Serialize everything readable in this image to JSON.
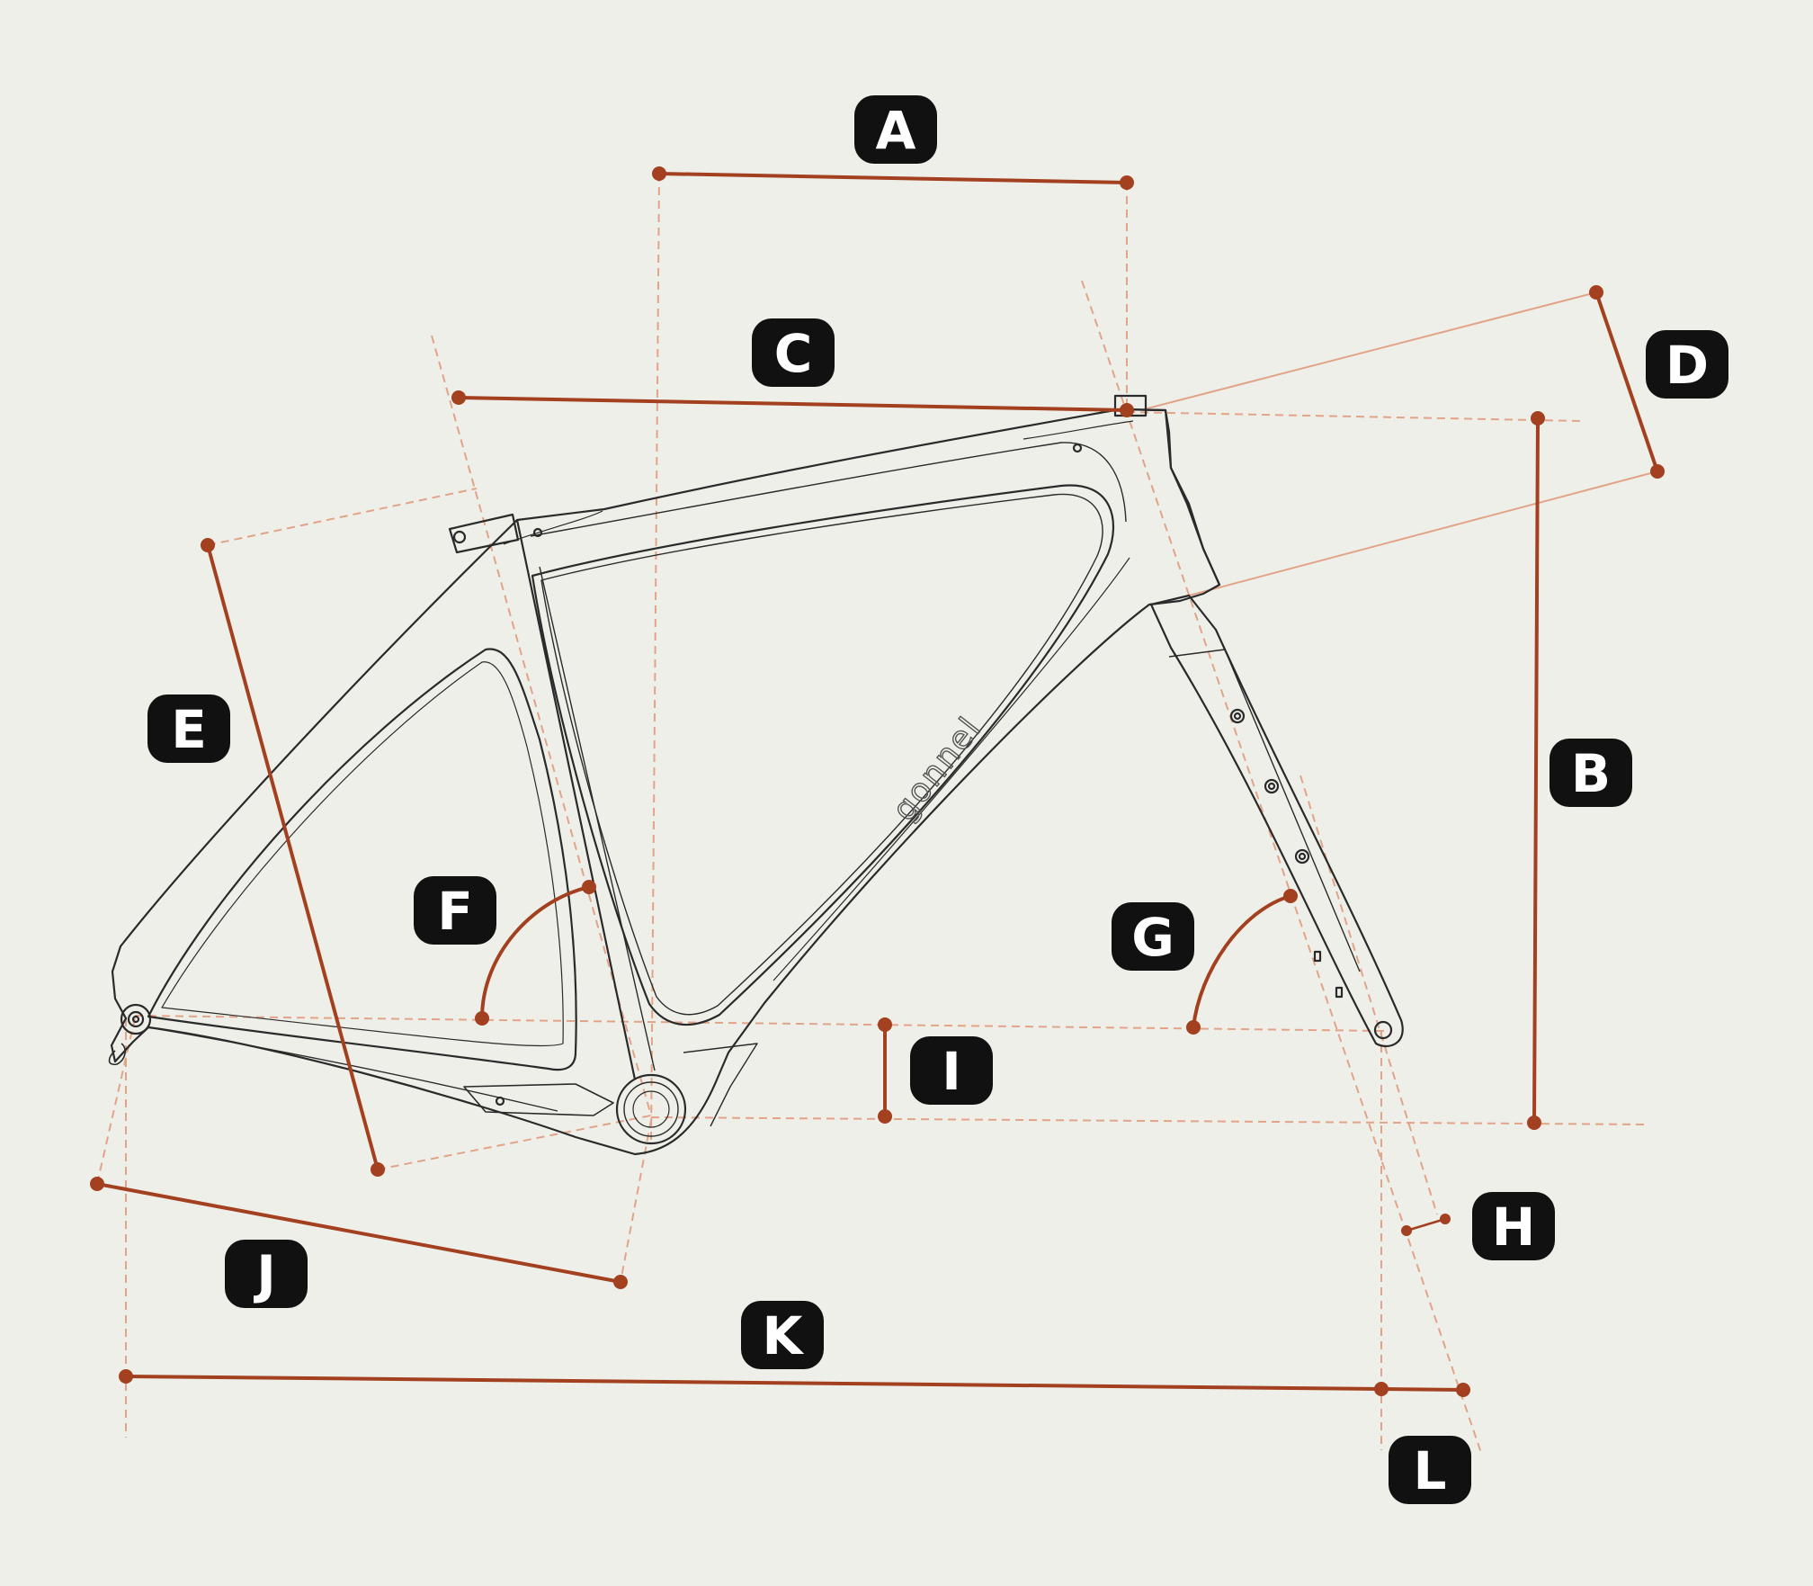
{
  "diagram": {
    "brand_logo_text": "gonnel",
    "colors": {
      "background": "#efefea",
      "frame_outline": "#2a2a2a",
      "dimension_line": "#a3401f",
      "guide_line": "#e2a488",
      "badge_fill": "#111111",
      "badge_text": "#ffffff"
    },
    "dimension_labels": {
      "A": "A",
      "B": "B",
      "C": "C",
      "D": "D",
      "E": "E",
      "F": "F",
      "G": "G",
      "H": "H",
      "I": "I",
      "J": "J",
      "K": "K",
      "L": "L"
    }
  }
}
